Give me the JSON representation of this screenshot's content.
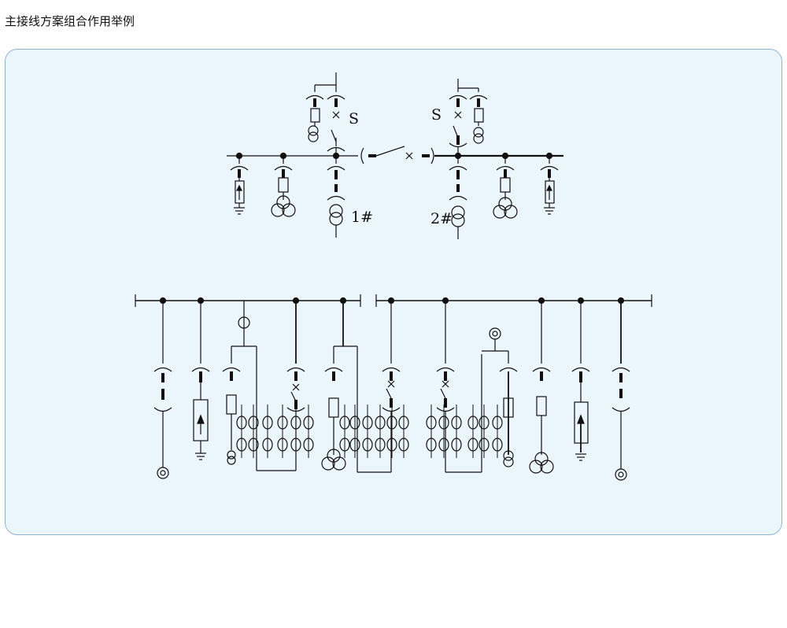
{
  "title": "主接线方案组合作用举例",
  "labels": {
    "switch_left": "S",
    "switch_right": "S",
    "transformer_1": "1#",
    "transformer_2": "2#"
  },
  "colors": {
    "panel_bg": "#ebf6fb",
    "panel_border": "#8fb4d3",
    "line": "#111111"
  }
}
